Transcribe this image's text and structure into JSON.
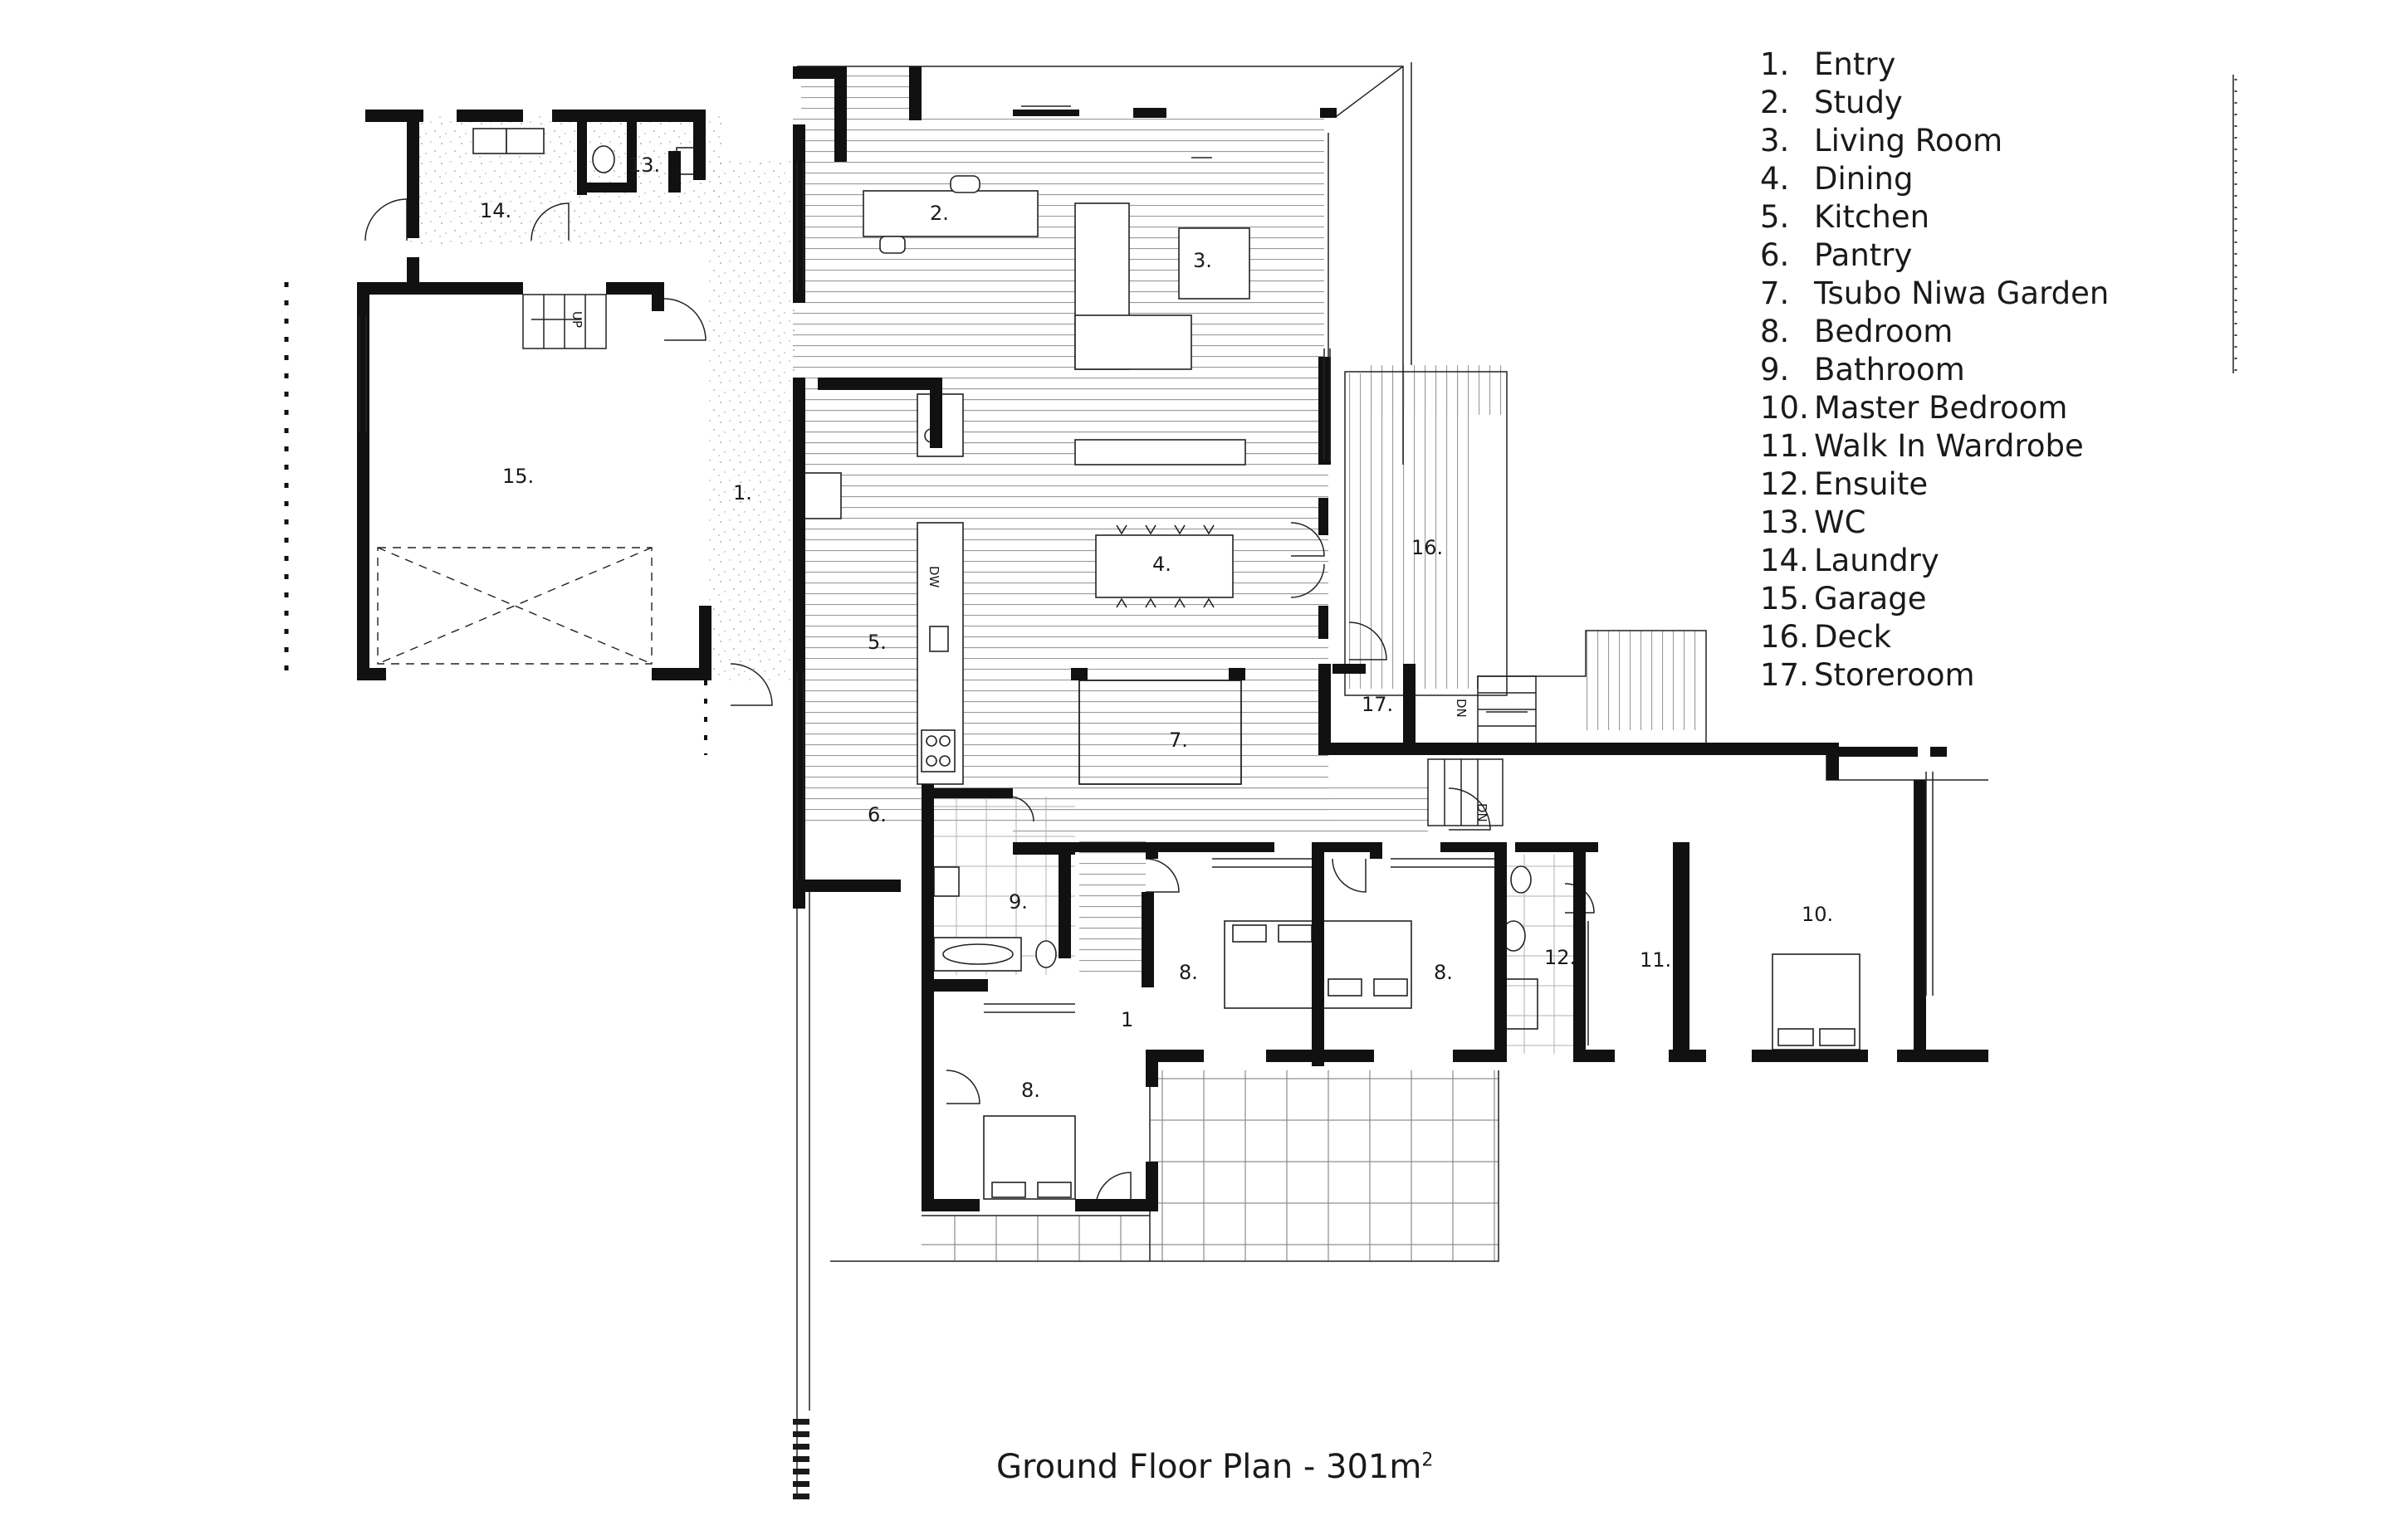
{
  "legend": [
    {
      "num": "1.",
      "name": "Entry"
    },
    {
      "num": "2.",
      "name": "Study"
    },
    {
      "num": "3.",
      "name": "Living Room"
    },
    {
      "num": "4.",
      "name": "Dining"
    },
    {
      "num": "5.",
      "name": "Kitchen"
    },
    {
      "num": "6.",
      "name": "Pantry"
    },
    {
      "num": "7.",
      "name": "Tsubo Niwa Garden"
    },
    {
      "num": "8.",
      "name": "Bedroom"
    },
    {
      "num": "9.",
      "name": "Bathroom"
    },
    {
      "num": "10.",
      "name": "Master Bedroom"
    },
    {
      "num": "11.",
      "name": "Walk In Wardrobe"
    },
    {
      "num": "12.",
      "name": "Ensuite"
    },
    {
      "num": "13.",
      "name": "WC"
    },
    {
      "num": "14.",
      "name": "Laundry"
    },
    {
      "num": "15.",
      "name": "Garage"
    },
    {
      "num": "16.",
      "name": "Deck"
    },
    {
      "num": "17.",
      "name": "Storeroom"
    }
  ],
  "plan_labels": {
    "entry": "1.",
    "study": "2.",
    "living": "3.",
    "dining": "4.",
    "kitchen": "5.",
    "pantry": "6.",
    "garden": "7.",
    "bed_a": "8.",
    "bed_b": "8.",
    "bed_c": "8.",
    "bathroom": "9.",
    "master": "10.",
    "wardrobe": "11.",
    "ensuite": "12.",
    "wc": "13.",
    "laundry": "14.",
    "garage": "15.",
    "deck": "16.",
    "store": "17.",
    "hall": "1",
    "stair_up": "UP",
    "stair_dn_1": "DN",
    "stair_dn_2": "DN",
    "dw": "DW"
  },
  "caption": {
    "text": "Ground Floor Plan - 301m",
    "sup": "2"
  }
}
